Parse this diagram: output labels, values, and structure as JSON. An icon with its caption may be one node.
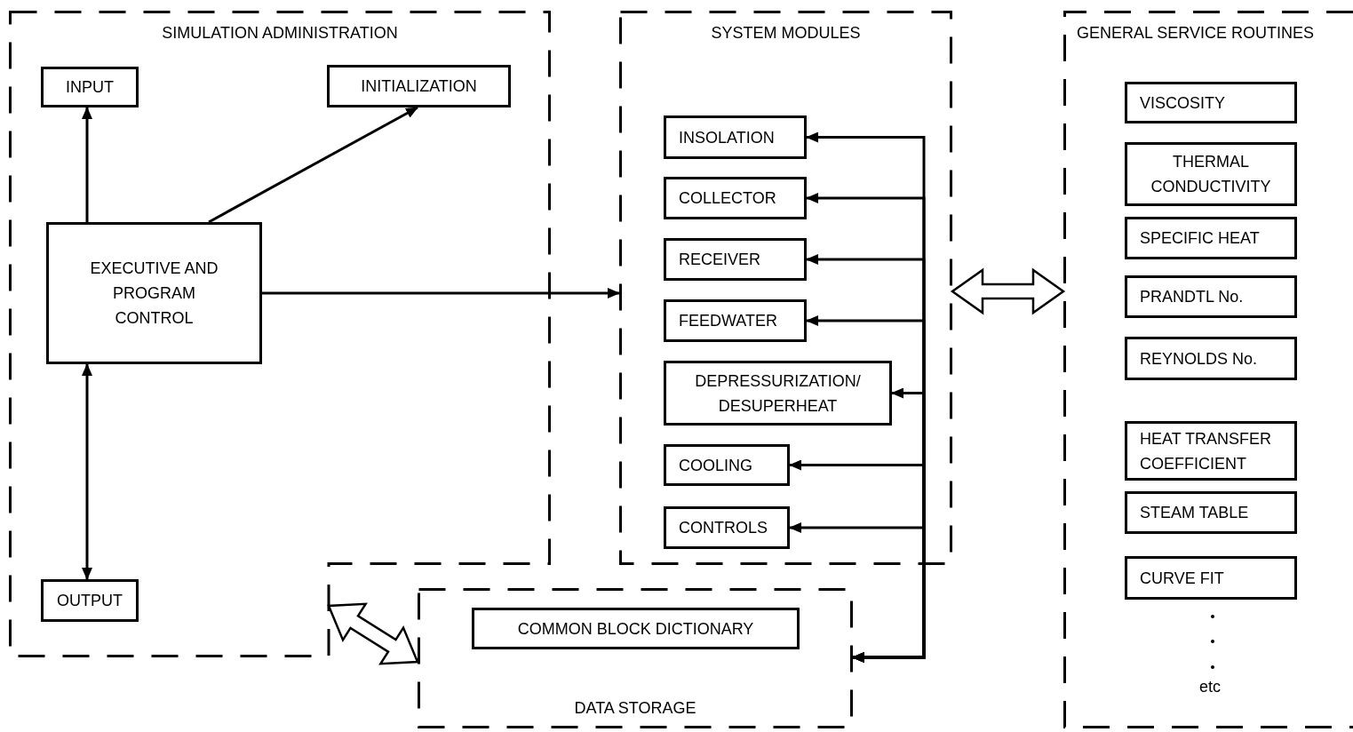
{
  "diagram": {
    "nodes": [
      {
        "text": [
          "SIMULATION ADMINISTRATION"
        ]
      },
      {
        "text": [
          "INPUT"
        ],
        "in": 0
      },
      {
        "text": [
          "INITIALIZATION"
        ],
        "in": 0
      },
      {
        "text": [
          "EXECUTIVE AND PROGRAM CONTROL"
        ],
        "in": 0
      },
      {
        "text": [
          "OUTPUT"
        ],
        "in": 0
      },
      {
        "text": [
          "SYSTEM MODULES"
        ]
      },
      {
        "text": [
          "INSOLATION"
        ],
        "in": 5
      },
      {
        "text": [
          "COLLECTOR"
        ],
        "in": 5
      },
      {
        "text": [
          "RECEIVER"
        ],
        "in": 5
      },
      {
        "text": [
          "FEEDWATER"
        ],
        "in": 5
      },
      {
        "text": [
          "DEPRESSURIZATION/ DESUPERHEAT"
        ],
        "in": 5
      },
      {
        "text": [
          "COOLING"
        ],
        "in": 5
      },
      {
        "text": [
          "CONTROLS"
        ],
        "in": 5
      },
      {
        "text": [
          "DATA STORAGE"
        ]
      },
      {
        "text": [
          "COMMON BLOCK DICTIONARY"
        ],
        "in": 13
      },
      {
        "text": [
          "GENERAL SERVICE ROUTINES"
        ]
      },
      {
        "text": [
          "VISCOSITY"
        ],
        "in": 15
      },
      {
        "text": [
          "THERMAL CONDUCTIVITY"
        ],
        "in": 15
      },
      {
        "text": [
          "SPECIFIC HEAT"
        ],
        "in": 15
      },
      {
        "text": [
          "PRANDTL No."
        ],
        "in": 15
      },
      {
        "text": [
          "REYNOLDS No."
        ],
        "in": 15
      },
      {
        "text": [
          "HEAT TRANSFER COEFFICIENT"
        ],
        "in": 15
      },
      {
        "text": [
          "STEAM TABLE"
        ],
        "in": 15
      },
      {
        "text": [
          "CURVE FIT"
        ],
        "in": 15
      }
    ],
    "edges": [
      {
        "from": 3,
        "to": 1,
        "arrow": "to"
      },
      {
        "from": 3,
        "to": 2,
        "arrow": "to"
      },
      {
        "from": 3,
        "to": 4,
        "arrow": "both"
      },
      {
        "from": 3,
        "to": 5,
        "arrow": "to"
      },
      {
        "from": 13,
        "to": 6,
        "arrow": "both"
      },
      {
        "from": 13,
        "to": 7,
        "arrow": "both"
      },
      {
        "from": 13,
        "to": 8,
        "arrow": "both"
      },
      {
        "from": 13,
        "to": 9,
        "arrow": "both"
      },
      {
        "from": 13,
        "to": 10,
        "arrow": "both"
      },
      {
        "from": 13,
        "to": 11,
        "arrow": "both"
      },
      {
        "from": 13,
        "to": 12,
        "arrow": "both"
      },
      {
        "from": 5,
        "to": 15,
        "arrow": "both",
        "style": "thick"
      },
      {
        "from": 0,
        "to": 13,
        "arrow": "both",
        "style": "thick"
      }
    ],
    "labels": [
      "etc"
    ]
  }
}
